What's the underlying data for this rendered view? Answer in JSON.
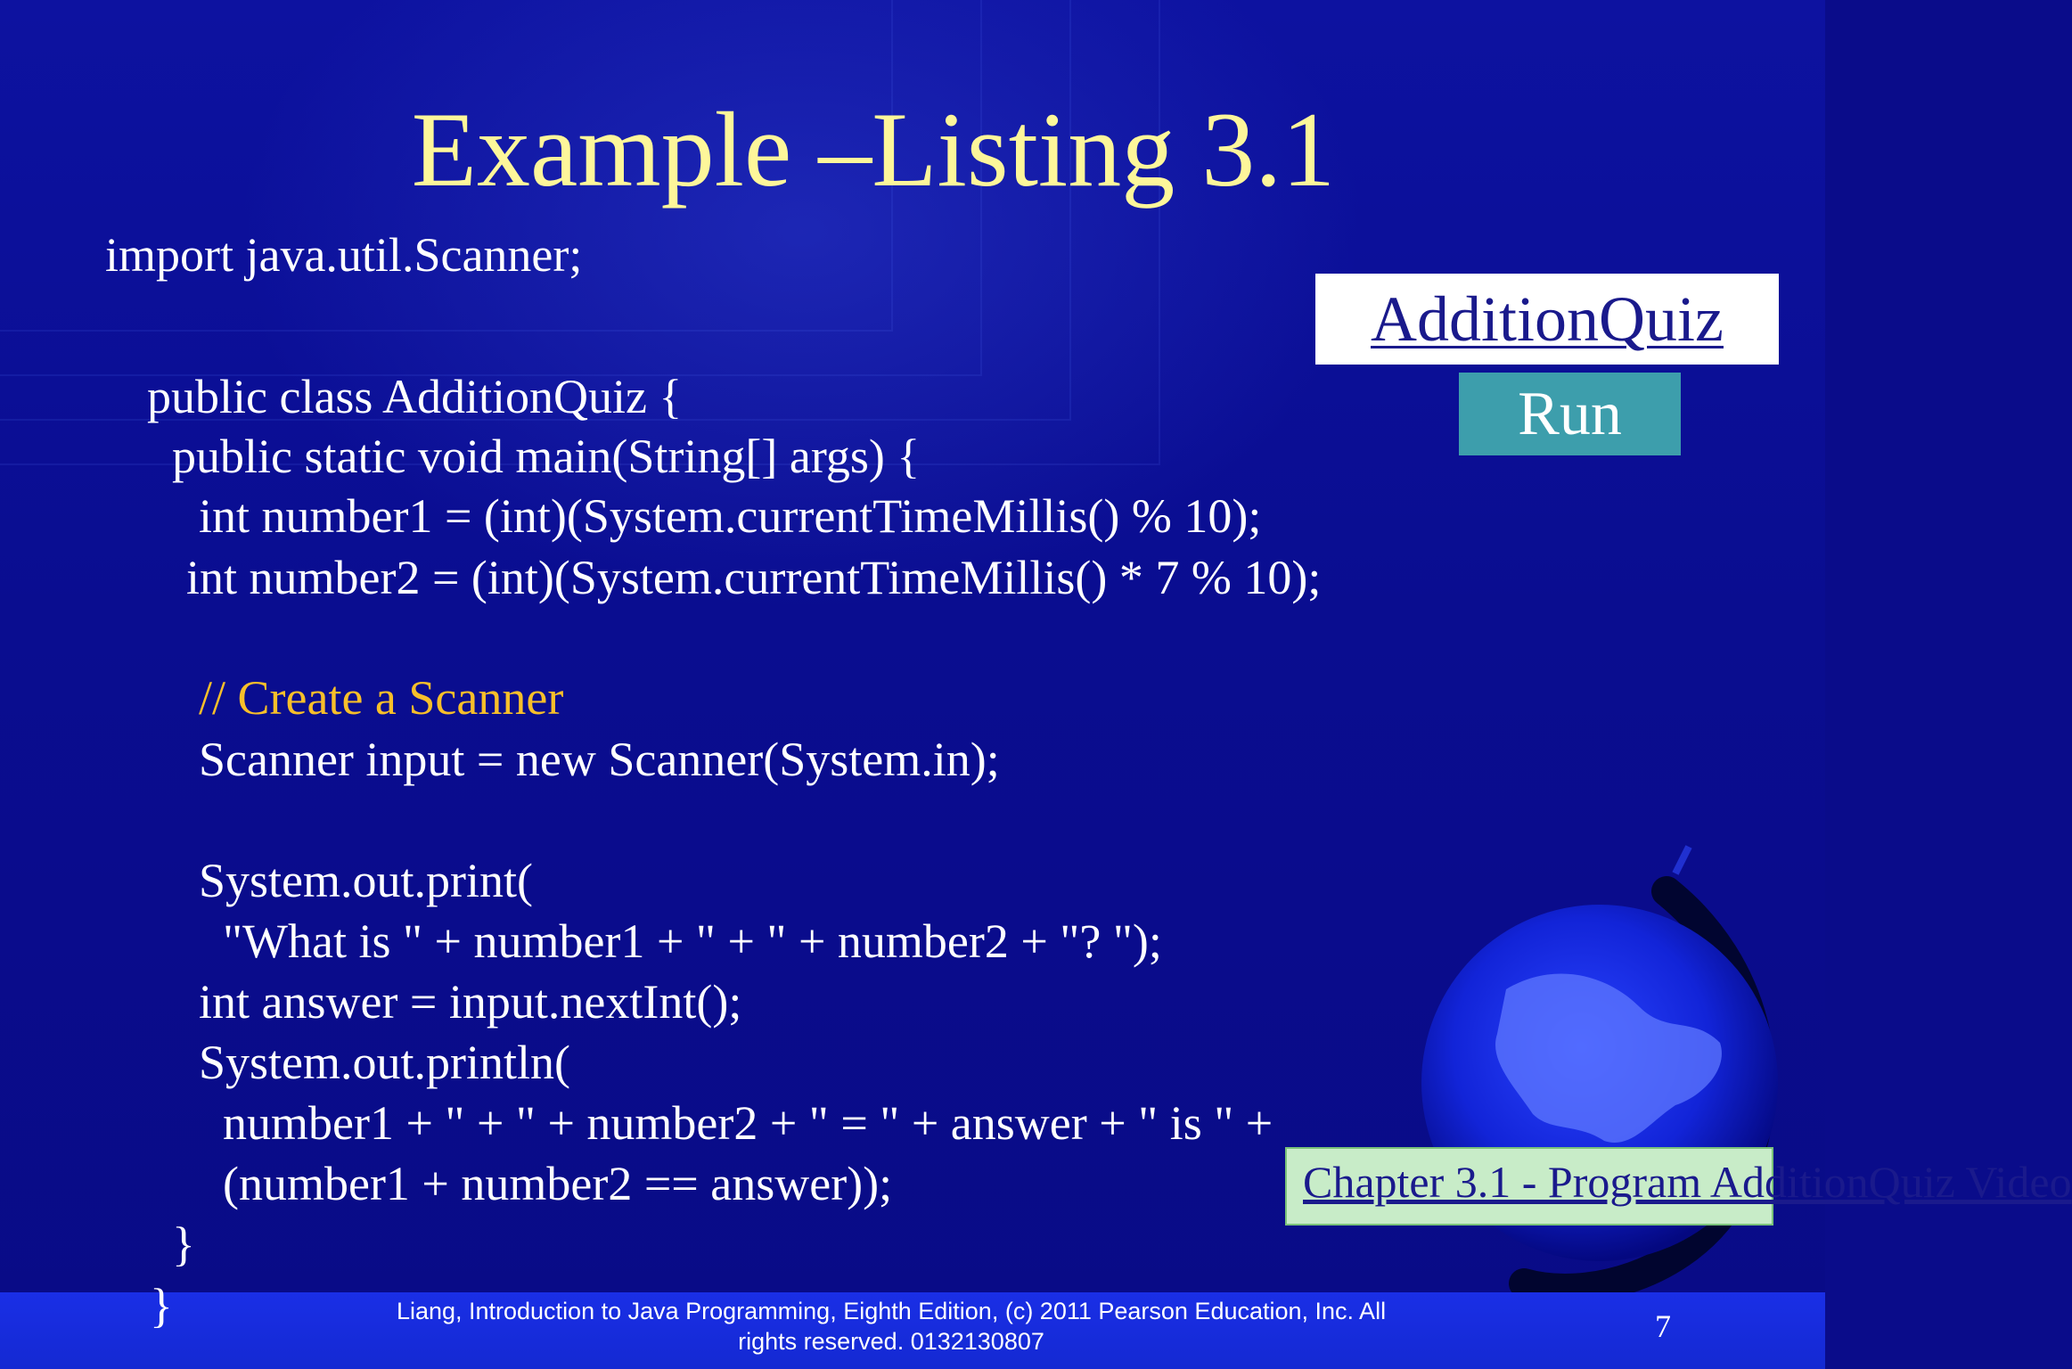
{
  "slide": {
    "title": "Example –Listing 3.1",
    "code_lines": [
      "import java.util.Scanner;",
      "public class AdditionQuiz {",
      "public static void main(String[] args) {",
      "int number1 = (int)(System.currentTimeMillis() % 10);",
      "int number2 = (int)(System.currentTimeMillis() * 7 % 10);",
      "// Create a Scanner",
      "Scanner input = new Scanner(System.in);",
      "System.out.print(",
      "\"What is \" + number1 + \" + \" + number2 + \"? \");",
      "int answer = input.nextInt();",
      "System.out.println(",
      "number1 + \" + \" + number2 + \" = \" + answer + \" is \" +",
      "(number1 + number2 == answer));",
      "}",
      "}"
    ],
    "link_label": "AdditionQuiz",
    "run_label": "Run",
    "video_link_label": "Chapter 3.1 - Program AdditionQuiz Video",
    "footer_line1": "Liang, Introduction to Java Programming, Eighth Edition, (c) 2011 Pearson Education, Inc. All",
    "footer_line2": "rights reserved. 0132130807",
    "page_number": "7"
  },
  "colors": {
    "background": "#0a0c8a",
    "title": "#fdf69a",
    "comment": "#f8bf2a",
    "run_button": "#3d9eac",
    "footer_bar": "#1a2fe6"
  }
}
